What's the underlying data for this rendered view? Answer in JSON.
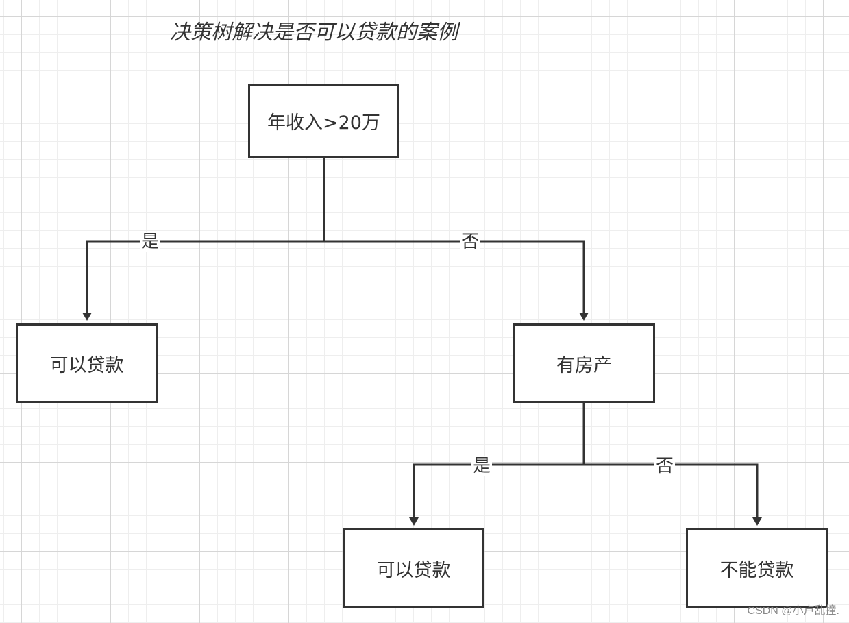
{
  "title": "决策树解决是否可以贷款的案例",
  "nodes": {
    "root": "年收入>20万",
    "left_leaf": "可以贷款",
    "house": "有房产",
    "house_yes_leaf": "可以贷款",
    "house_no_leaf": "不能贷款"
  },
  "edges": {
    "root_yes": "是",
    "root_no": "否",
    "house_yes": "是",
    "house_no": "否"
  },
  "watermark": "CSDN @小卢乱撞.",
  "colors": {
    "stroke": "#333333",
    "grid_major": "#d6d6d6",
    "grid_minor": "#eeeeee"
  }
}
